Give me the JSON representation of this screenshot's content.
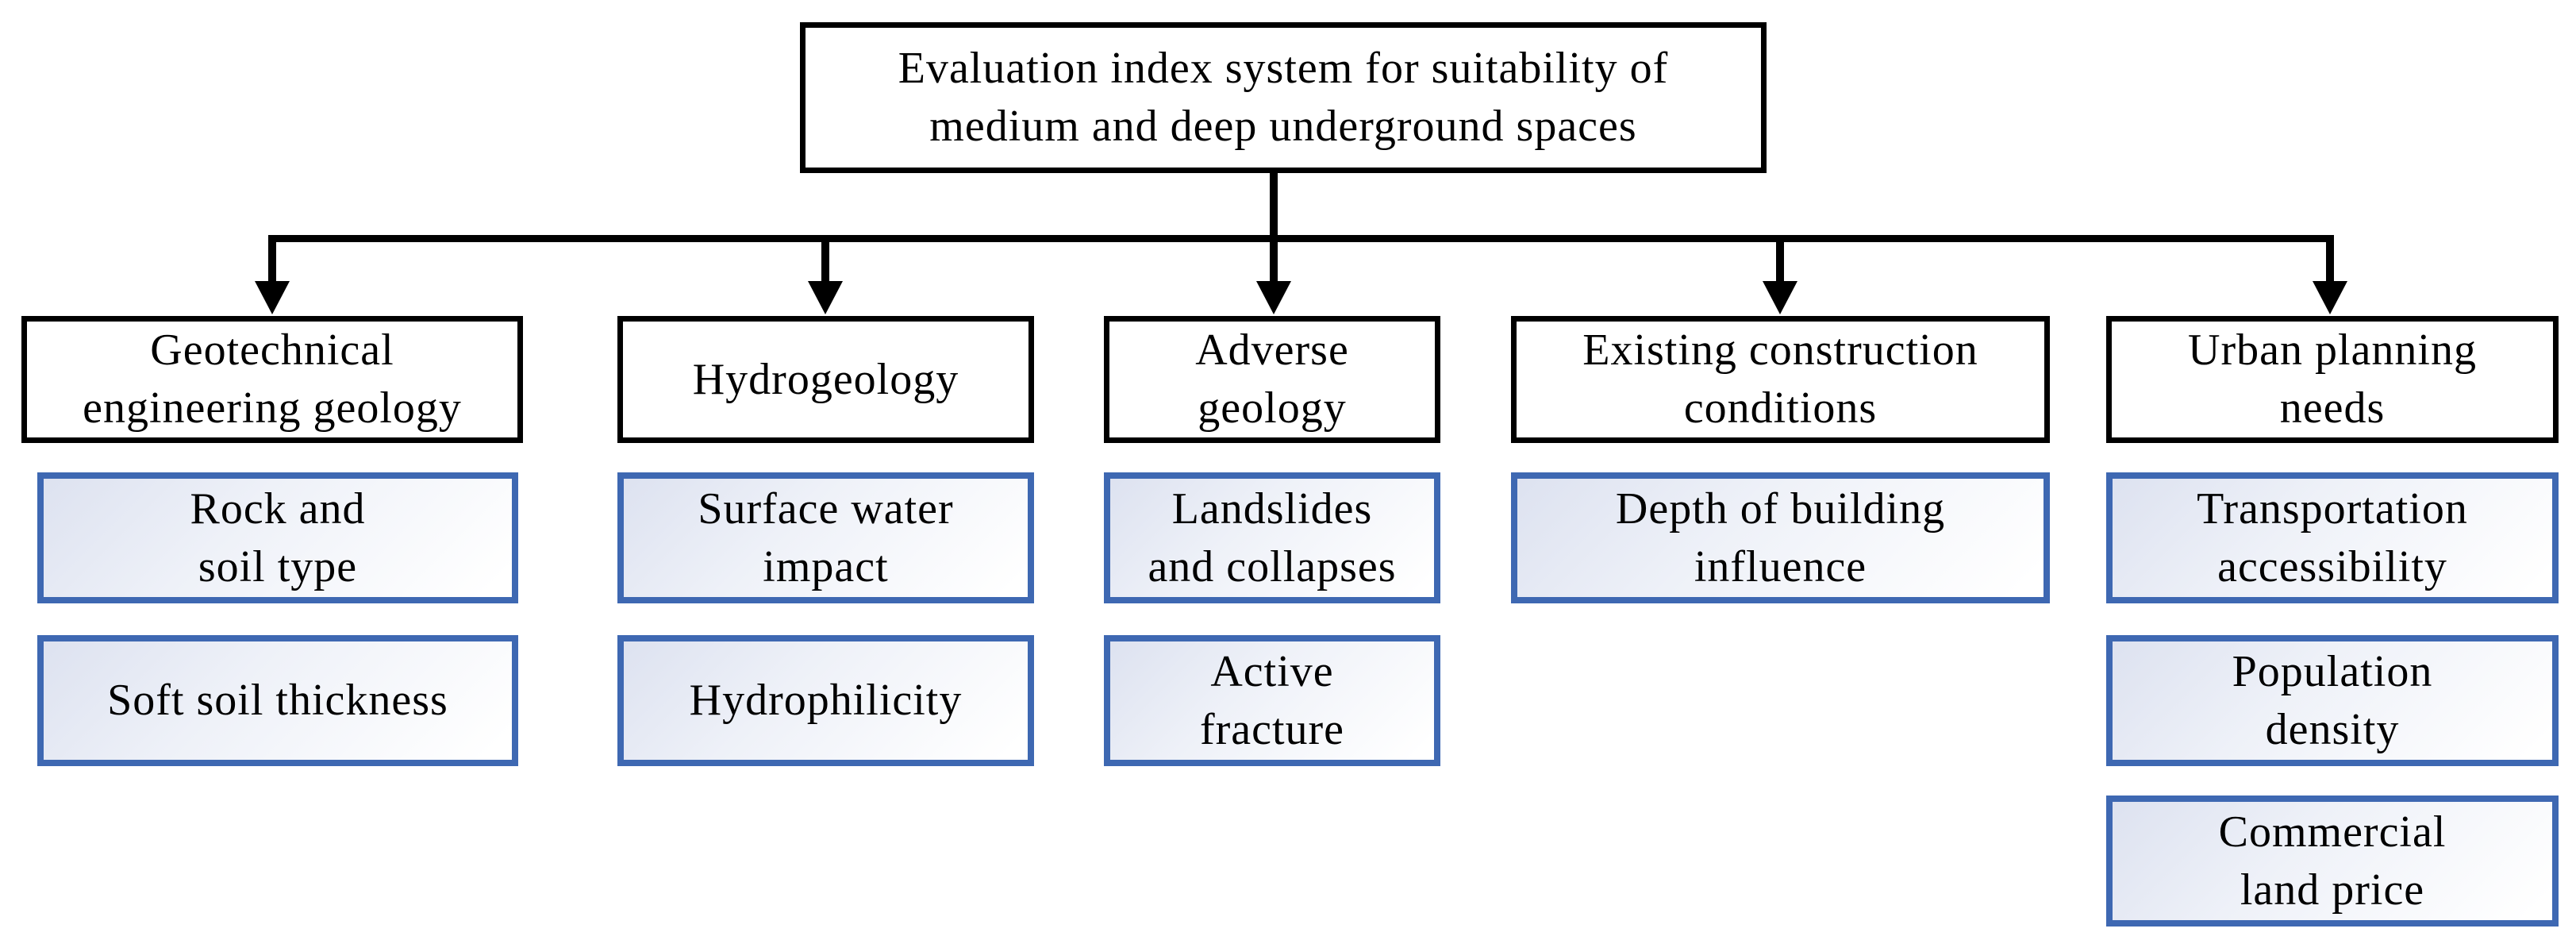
{
  "diagram": {
    "root_label": "Evaluation index system for suitability of\nmedium and deep underground spaces",
    "columns": [
      {
        "category": "Geotechnical\nengineering geology",
        "factors": [
          "Rock and\nsoil type",
          "Soft soil thickness"
        ]
      },
      {
        "category": "Hydrogeology",
        "factors": [
          "Surface water\nimpact",
          "Hydrophilicity"
        ]
      },
      {
        "category": "Adverse\ngeology",
        "factors": [
          "Landslides\nand collapses",
          "Active\nfracture"
        ]
      },
      {
        "category": "Existing construction\nconditions",
        "factors": [
          "Depth of building\ninfluence"
        ]
      },
      {
        "category": "Urban planning\nneeds",
        "factors": [
          "Transportation\naccessibility",
          "Population\ndensity",
          "Commercial\nland price"
        ]
      }
    ],
    "colors": {
      "connector_line": "#000000",
      "root_border": "#000000",
      "category_border": "#000000",
      "factor_border": "#3E68B2",
      "factor_fill_start": "#dde2f0",
      "factor_fill_end": "#ffffff",
      "text": "#000000",
      "background": "#ffffff"
    }
  }
}
